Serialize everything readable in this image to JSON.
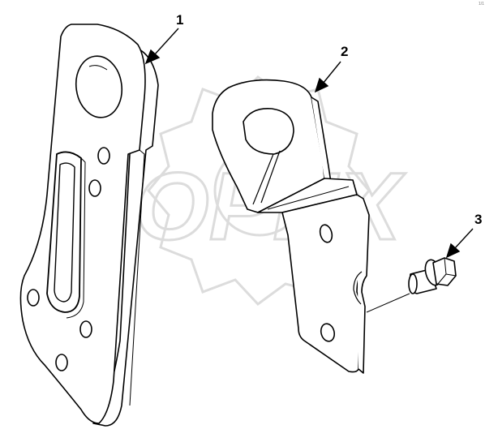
{
  "watermark": {
    "text": "OPEX",
    "color": "#dcdcdc"
  },
  "callouts": [
    {
      "label": "1"
    },
    {
      "label": "2"
    },
    {
      "label": "3"
    }
  ],
  "corner_mark": "1/1",
  "icons": [
    "gear-watermark-icon",
    "leader-arrow-icon"
  ]
}
